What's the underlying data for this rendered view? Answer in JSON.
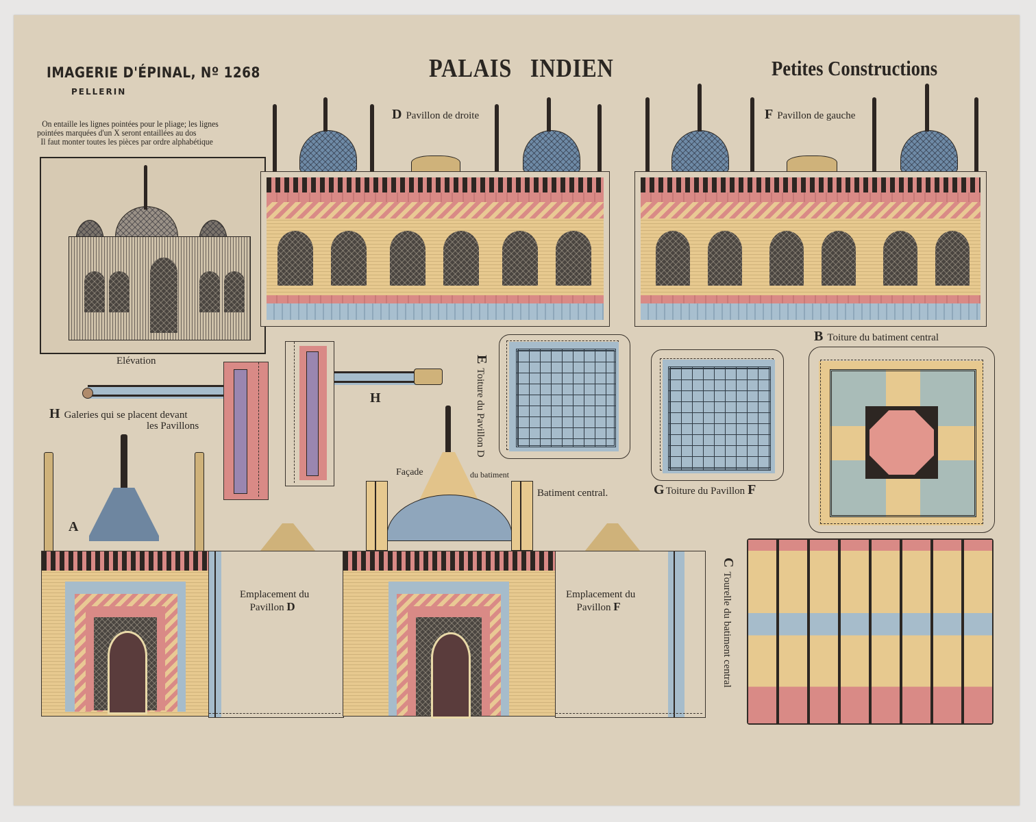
{
  "header": {
    "publisher": "IMAGERIE D'ÉPINAL, Nº 1268",
    "printer": "PELLERIN",
    "title": "PALAIS   INDIEN",
    "series": "Petites Constructions"
  },
  "instructions": [
    "On entaille les lignes pointées pour le pliage; les lignes",
    "pointées marquées d'un X seront entaillées au dos",
    "Il faut monter toutes les pièces par ordre alphabétique"
  ],
  "elevation": {
    "caption": "Elévation"
  },
  "pieces": {
    "D": {
      "letter": "D",
      "label": "Pavillon de droite"
    },
    "F": {
      "letter": "F",
      "label": "Pavillon de gauche"
    },
    "E": {
      "letter": "E",
      "label": "Toiture du Pavillon D"
    },
    "G": {
      "letter": "G",
      "label": "Toiture du Pavillon",
      "suffix": "F"
    },
    "B": {
      "letter": "B",
      "label": "Toiture du batiment central"
    },
    "H": {
      "letter": "H",
      "label_line1": "Galeries qui se placent devant",
      "label_line2": "les Pavillons",
      "second_letter": "H"
    },
    "A": {
      "letter": "A"
    },
    "facade": {
      "left": "Façade",
      "right": "du batiment",
      "line2": "Batiment central."
    },
    "C": {
      "letter": "C",
      "label": "Tourelle du batiment central",
      "tower_count": 8
    }
  },
  "placements": {
    "D": {
      "line1": "Emplacement du",
      "line2": "Pavillon",
      "letter": "D"
    },
    "F": {
      "line1": "Emplacement du",
      "line2": "Pavillon",
      "letter": "F"
    }
  },
  "colors": {
    "paper": "#dcd0bb",
    "background": "#e8e7e6",
    "ink": "#2a2622",
    "pink": "#d98a86",
    "blue": "#a6bccb",
    "ochre": "#e7c98f"
  }
}
